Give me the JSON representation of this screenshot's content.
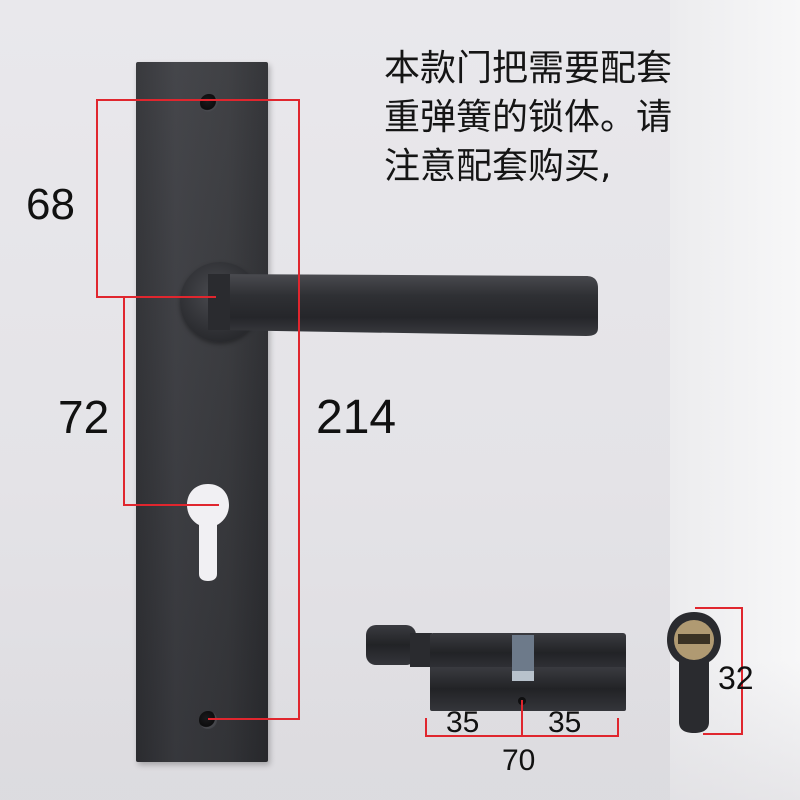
{
  "notice": {
    "line1": "本款门把需要配套",
    "line2": "重弹簧的锁体。请",
    "line3": "注意配套购买,"
  },
  "dimensions": {
    "top_to_handle": "68",
    "handle_to_key": "72",
    "total_height": "214",
    "cyl_left": "35",
    "cyl_right": "35",
    "cyl_total": "70",
    "cyl_height": "32"
  },
  "colors": {
    "dimension_line": "#e0262e",
    "plate": "#36373b",
    "text": "#111111"
  }
}
